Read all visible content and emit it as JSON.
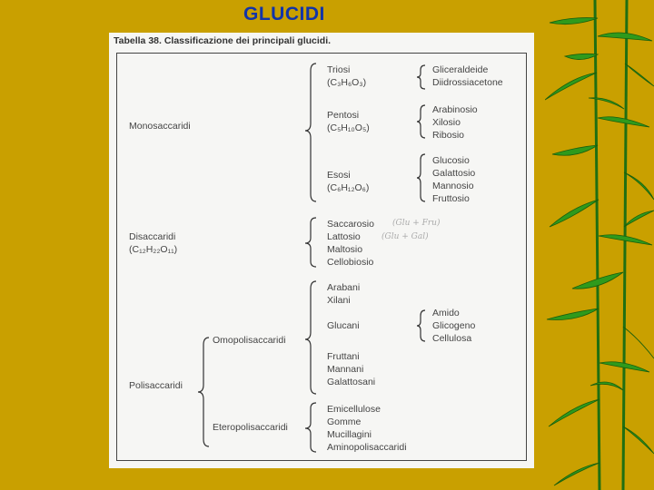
{
  "slide": {
    "title": "GLUCIDI"
  },
  "table": {
    "caption_number": "Tabella 38.",
    "caption_text": "Classificazione dei principali glucidi.",
    "monosaccaridi": {
      "label": "Monosaccaridi",
      "triosi": {
        "label": "Triosi",
        "formula": "(C₃H₆O₃)",
        "items": [
          "Gliceraldeide",
          "Diidrossiacetone"
        ]
      },
      "pentosi": {
        "label": "Pentosi",
        "formula": "(C₅H₁₀O₅)",
        "items": [
          "Arabinosio",
          "Xilosio",
          "Ribosio"
        ]
      },
      "esosi": {
        "label": "Esosi",
        "formula": "(C₆H₁₂O₆)",
        "items": [
          "Glucosio",
          "Galattosio",
          "Mannosio",
          "Fruttosio"
        ]
      }
    },
    "disaccaridi": {
      "label": "Disaccaridi",
      "formula": "(C₁₂H₂₂O₁₁)",
      "items": [
        "Saccarosio",
        "Lattosio",
        "Maltosio",
        "Cellobiosio"
      ],
      "handnotes": [
        "(Glu + Fru)",
        "(Glu + Gal)"
      ]
    },
    "polisaccaridi": {
      "label": "Polisaccaridi",
      "omopolisaccaridi": {
        "label": "Omopolisaccaridi",
        "items_top": [
          "Arabani",
          "Xilani"
        ],
        "glucani": {
          "label": "Glucani",
          "items": [
            "Amido",
            "Glicogeno",
            "Cellulosa"
          ]
        },
        "items_bottom": [
          "Fruttani",
          "Mannani",
          "Galattosani"
        ]
      },
      "eteropolisaccaridi": {
        "label": "Eteropolisaccaridi",
        "items": [
          "Emicellulose",
          "Gomme",
          "Mucillagini",
          "Aminopolisaccaridi"
        ]
      }
    }
  }
}
